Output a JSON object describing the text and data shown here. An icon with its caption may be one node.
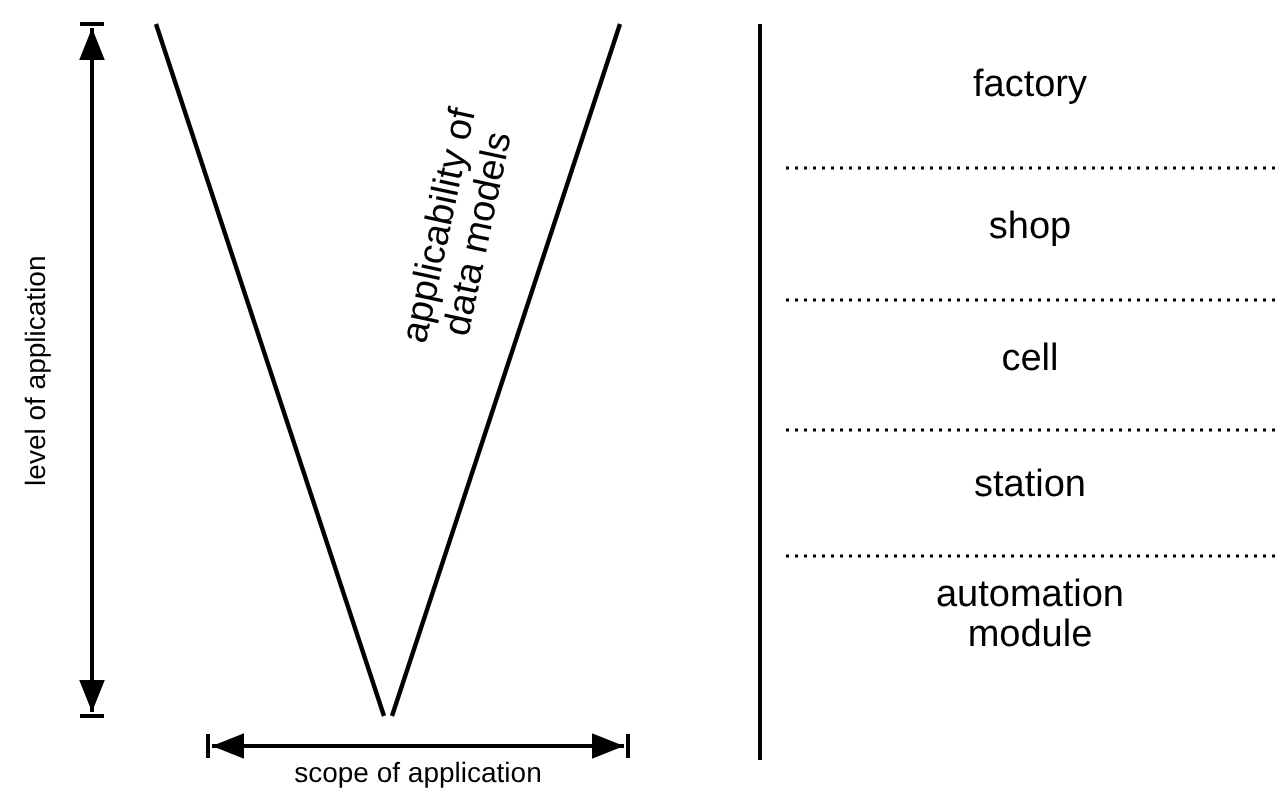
{
  "diagram": {
    "labels": [
      "level of application",
      "applicability of data models",
      "scope of application",
      "factory",
      "shop",
      "cell",
      "station",
      "automation module"
    ]
  }
}
